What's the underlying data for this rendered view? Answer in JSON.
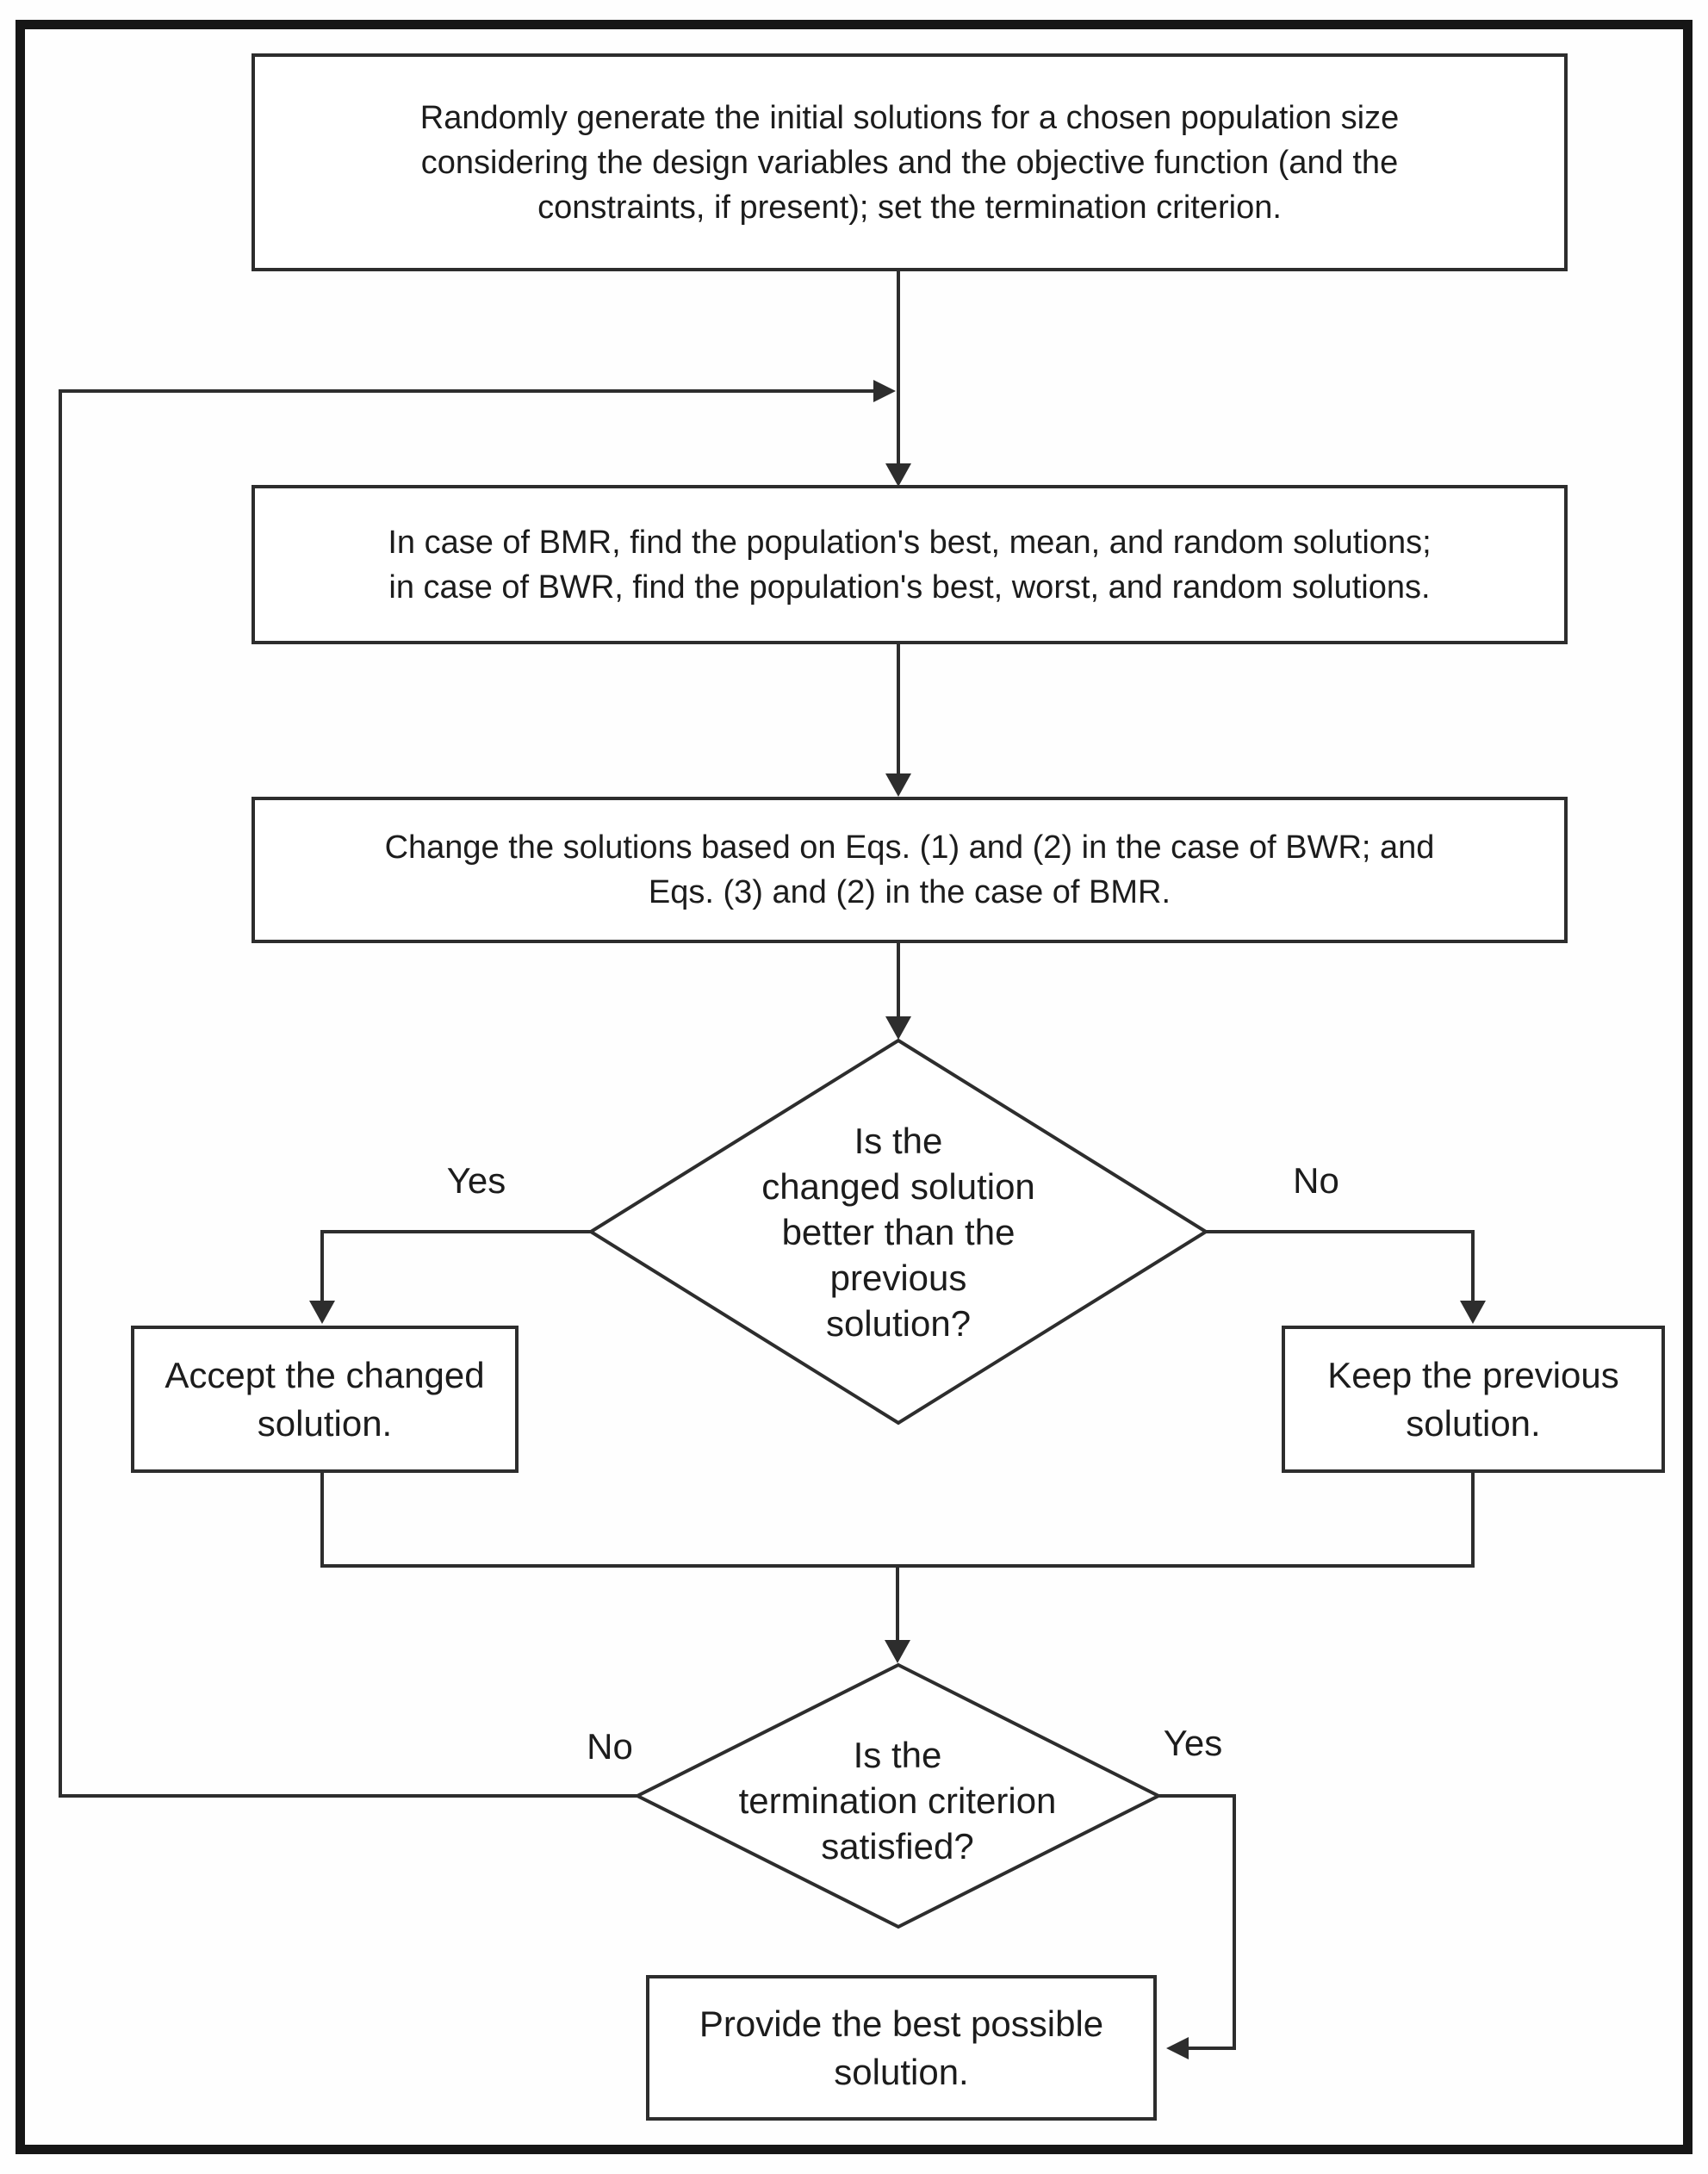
{
  "nodes": {
    "start": {
      "text": "Randomly generate the initial solutions for a chosen population size\nconsidering the design variables and the objective function (and the\nconstraints, if present); set the termination criterion."
    },
    "find": {
      "text": "In case of BMR, find the population's best, mean, and random solutions;\nin case of BWR, find the population's best, worst, and random solutions."
    },
    "change": {
      "text": "Change the solutions based on Eqs. (1) and (2) in the case of BWR; and\nEqs. (3) and (2) in the case of BMR."
    },
    "decision_better": {
      "text": "Is the\nchanged solution\nbetter than the\nprevious\nsolution?"
    },
    "accept": {
      "text": "Accept the changed\nsolution."
    },
    "keep": {
      "text": "Keep the previous\nsolution."
    },
    "decision_termination": {
      "text": "Is the\ntermination criterion\nsatisfied?"
    },
    "provide": {
      "text": "Provide the best possible\nsolution."
    }
  },
  "labels": {
    "yes_better": "Yes",
    "no_better": "No",
    "no_termination": "No",
    "yes_termination": "Yes"
  },
  "colors": {
    "line": "#2d2d2d",
    "text": "#1c1c1c",
    "background": "#fefefe",
    "node_fill": "#ffffff"
  }
}
